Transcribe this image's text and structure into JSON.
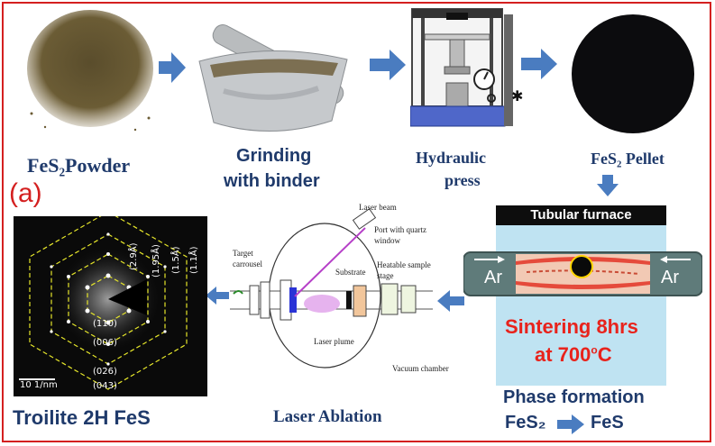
{
  "labels": {
    "powder": "FeS₂Powder",
    "grinding_line1": "Grinding",
    "grinding_line2": "with binder",
    "press_line1": "Hydraulic",
    "press_line2": "press",
    "pellet": "FeS₂ Pellet",
    "panel": "(a)",
    "troilite": "Troilite 2H FeS",
    "laser_ablation": "Laser Ablation"
  },
  "furnace": {
    "title": "Tubular furnace",
    "gas_left": "Ar",
    "gas_right": "Ar",
    "sinter_line1": "Sintering 8hrs",
    "sinter_line2": "at 700",
    "sinter_sup": "o",
    "sinter_unit": "C"
  },
  "phase": {
    "title": "Phase formation",
    "from": "FeS₂",
    "to": "FeS"
  },
  "pld": {
    "laser_beam": "Laser beam",
    "port_line1": "Port with quartz",
    "port_line2": "window",
    "target_line1": "Target",
    "target_line2": "carrousel",
    "substrate": "Substrate",
    "heatable_line1": "Heatable sample",
    "heatable_line2": "stage",
    "laser_plume": "Laser plume",
    "vacuum": "Vacuum chamber"
  },
  "saed": {
    "d1": "(2.9Å)",
    "d2": "(1.95Å)",
    "d3": "(1.5Å)",
    "d4": "(1.1Å)",
    "h110": "(110)",
    "h006": "(006)",
    "h026": "(026)",
    "h043": "(043)",
    "scale": "10 1/nm"
  },
  "colors": {
    "frame": "#d42020",
    "arrow": "#4a7cc0",
    "label": "#1f3a6b",
    "furnace_bg": "#bfe3f2",
    "sinter_text": "#e8231c"
  }
}
